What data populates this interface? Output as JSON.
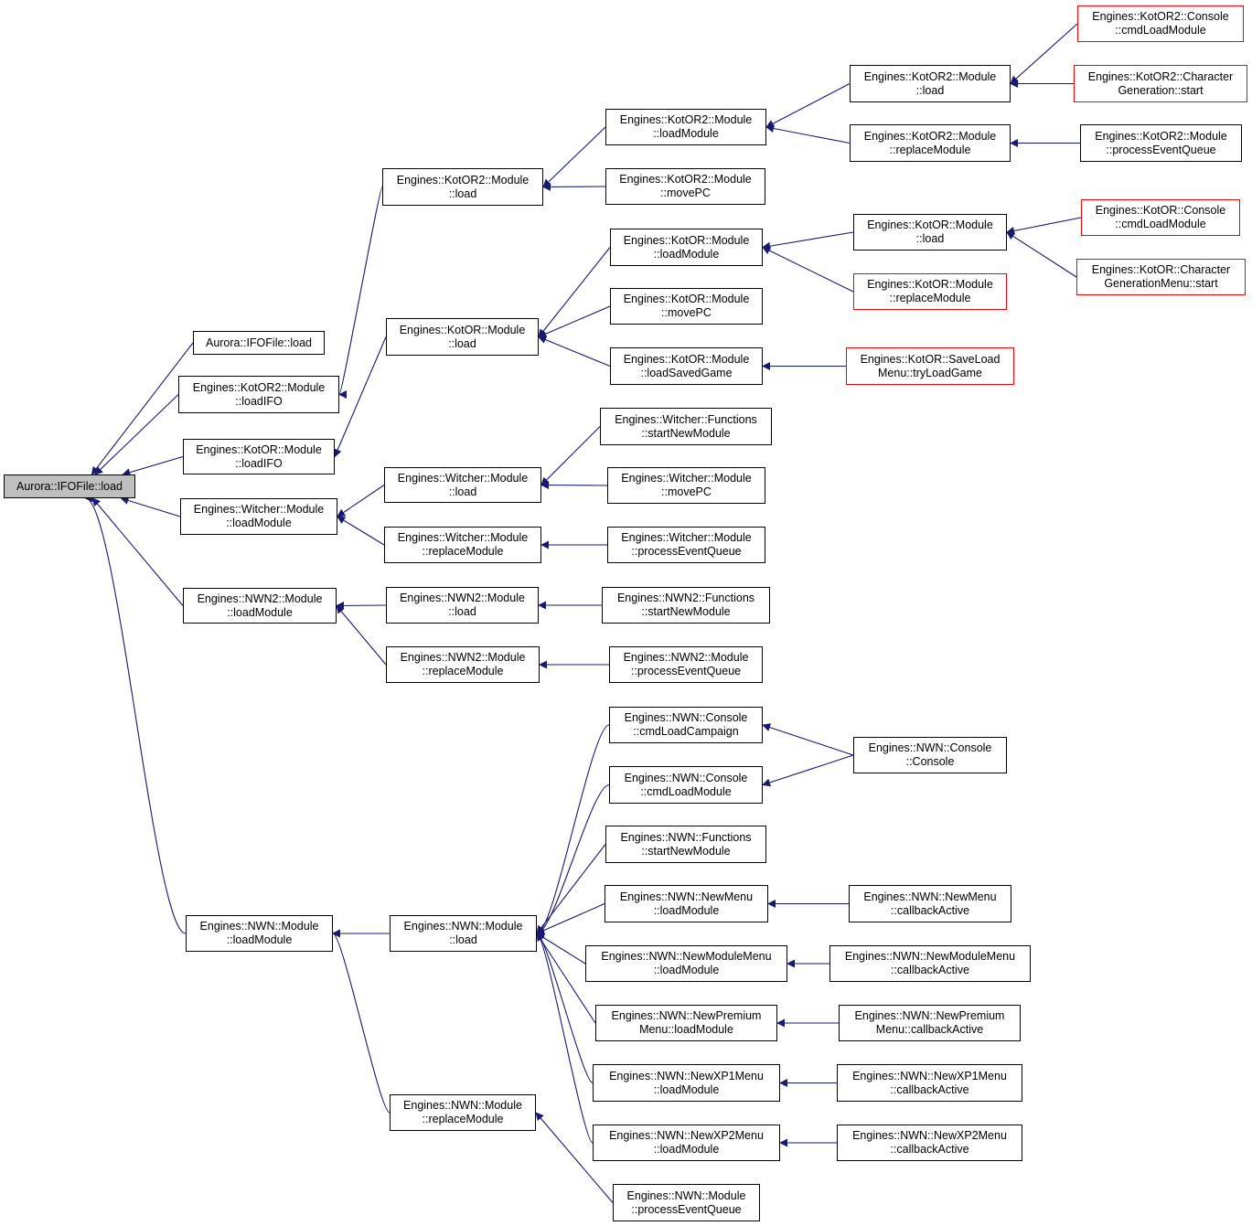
{
  "diagram": {
    "colors": {
      "edge": "#191970",
      "node_border": "#000000",
      "truncated_border": "#ff0000",
      "root_fill": "#bfbfbf"
    },
    "nodes": [
      {
        "id": "root",
        "lines": [
          "Aurora::IFOFile::load"
        ],
        "style": "root"
      },
      {
        "id": "aurora_load",
        "lines": [
          "Aurora::IFOFile::load"
        ]
      },
      {
        "id": "kotor2_loadifo",
        "lines": [
          "Engines::KotOR2::Module",
          "::loadIFO"
        ]
      },
      {
        "id": "kotor_loadifo",
        "lines": [
          "Engines::KotOR::Module",
          "::loadIFO"
        ]
      },
      {
        "id": "witcher_loadmodule",
        "lines": [
          "Engines::Witcher::Module",
          "::loadModule"
        ]
      },
      {
        "id": "nwn2_loadmodule",
        "lines": [
          "Engines::NWN2::Module",
          "::loadModule"
        ]
      },
      {
        "id": "nwn_loadmodule",
        "lines": [
          "Engines::NWN::Module",
          "::loadModule"
        ]
      },
      {
        "id": "kotor2_load",
        "lines": [
          "Engines::KotOR2::Module",
          "::load"
        ]
      },
      {
        "id": "kotor_load",
        "lines": [
          "Engines::KotOR::Module",
          "::load"
        ]
      },
      {
        "id": "witcher_load",
        "lines": [
          "Engines::Witcher::Module",
          "::load"
        ]
      },
      {
        "id": "witcher_replace",
        "lines": [
          "Engines::Witcher::Module",
          "::replaceModule"
        ]
      },
      {
        "id": "nwn2_load",
        "lines": [
          "Engines::NWN2::Module",
          "::load"
        ]
      },
      {
        "id": "nwn2_replace",
        "lines": [
          "Engines::NWN2::Module",
          "::replaceModule"
        ]
      },
      {
        "id": "nwn_load",
        "lines": [
          "Engines::NWN::Module",
          "::load"
        ]
      },
      {
        "id": "nwn_replace",
        "lines": [
          "Engines::NWN::Module",
          "::replaceModule"
        ]
      },
      {
        "id": "kotor2_mod_loadmodule",
        "lines": [
          "Engines::KotOR2::Module",
          "::loadModule"
        ]
      },
      {
        "id": "kotor2_movepc",
        "lines": [
          "Engines::KotOR2::Module",
          "::movePC"
        ]
      },
      {
        "id": "kotor_mod_loadmodule",
        "lines": [
          "Engines::KotOR::Module",
          "::loadModule"
        ]
      },
      {
        "id": "kotor_movepc",
        "lines": [
          "Engines::KotOR::Module",
          "::movePC"
        ]
      },
      {
        "id": "kotor_loadsaved",
        "lines": [
          "Engines::KotOR::Module",
          "::loadSavedGame"
        ]
      },
      {
        "id": "witcher_startnew",
        "lines": [
          "Engines::Witcher::Functions",
          "::startNewModule"
        ]
      },
      {
        "id": "witcher_movepc",
        "lines": [
          "Engines::Witcher::Module",
          "::movePC"
        ]
      },
      {
        "id": "witcher_processq",
        "lines": [
          "Engines::Witcher::Module",
          "::processEventQueue"
        ]
      },
      {
        "id": "nwn2_startnew",
        "lines": [
          "Engines::NWN2::Functions",
          "::startNewModule"
        ]
      },
      {
        "id": "nwn2_processq",
        "lines": [
          "Engines::NWN2::Module",
          "::processEventQueue"
        ]
      },
      {
        "id": "nwn_cmdcampaign",
        "lines": [
          "Engines::NWN::Console",
          "::cmdLoadCampaign"
        ]
      },
      {
        "id": "nwn_cmdmodule",
        "lines": [
          "Engines::NWN::Console",
          "::cmdLoadModule"
        ]
      },
      {
        "id": "nwn_startnew",
        "lines": [
          "Engines::NWN::Functions",
          "::startNewModule"
        ]
      },
      {
        "id": "nwn_newmenu_load",
        "lines": [
          "Engines::NWN::NewMenu",
          "::loadModule"
        ]
      },
      {
        "id": "nwn_newmodmenu_load",
        "lines": [
          "Engines::NWN::NewModuleMenu",
          "::loadModule"
        ]
      },
      {
        "id": "nwn_newprem_load",
        "lines": [
          "Engines::NWN::NewPremium",
          "Menu::loadModule"
        ]
      },
      {
        "id": "nwn_xp1_load",
        "lines": [
          "Engines::NWN::NewXP1Menu",
          "::loadModule"
        ]
      },
      {
        "id": "nwn_xp2_load",
        "lines": [
          "Engines::NWN::NewXP2Menu",
          "::loadModule"
        ]
      },
      {
        "id": "nwn_processq",
        "lines": [
          "Engines::NWN::Module",
          "::processEventQueue"
        ]
      },
      {
        "id": "kotor2_load2",
        "lines": [
          "Engines::KotOR2::Module",
          "::load"
        ]
      },
      {
        "id": "kotor2_replace",
        "lines": [
          "Engines::KotOR2::Module",
          "::replaceModule"
        ]
      },
      {
        "id": "kotor_load2",
        "lines": [
          "Engines::KotOR::Module",
          "::load"
        ]
      },
      {
        "id": "kotor_replace",
        "lines": [
          "Engines::KotOR::Module",
          "::replaceModule"
        ],
        "style": "truncated"
      },
      {
        "id": "kotor_saveload",
        "lines": [
          "Engines::KotOR::SaveLoad",
          "Menu::tryLoadGame"
        ],
        "style": "truncated"
      },
      {
        "id": "nwn_console",
        "lines": [
          "Engines::NWN::Console",
          "::Console"
        ]
      },
      {
        "id": "nwn_newmenu_cb",
        "lines": [
          "Engines::NWN::NewMenu",
          "::callbackActive"
        ]
      },
      {
        "id": "nwn_newmodmenu_cb",
        "lines": [
          "Engines::NWN::NewModuleMenu",
          "::callbackActive"
        ]
      },
      {
        "id": "nwn_newprem_cb",
        "lines": [
          "Engines::NWN::NewPremium",
          "Menu::callbackActive"
        ]
      },
      {
        "id": "nwn_xp1_cb",
        "lines": [
          "Engines::NWN::NewXP1Menu",
          "::callbackActive"
        ]
      },
      {
        "id": "nwn_xp2_cb",
        "lines": [
          "Engines::NWN::NewXP2Menu",
          "::callbackActive"
        ]
      },
      {
        "id": "kotor2_console",
        "lines": [
          "Engines::KotOR2::Console",
          "::cmdLoadModule"
        ],
        "style": "truncated"
      },
      {
        "id": "kotor2_chargen",
        "lines": [
          "Engines::KotOR2::Character",
          "Generation::start"
        ],
        "style": "truncated"
      },
      {
        "id": "kotor2_processq",
        "lines": [
          "Engines::KotOR2::Module",
          "::processEventQueue"
        ]
      },
      {
        "id": "kotor_console",
        "lines": [
          "Engines::KotOR::Console",
          "::cmdLoadModule"
        ],
        "style": "truncated"
      },
      {
        "id": "kotor_chargen",
        "lines": [
          "Engines::KotOR::Character",
          "GenerationMenu::start"
        ],
        "style": "truncated"
      }
    ],
    "edges": [
      [
        "aurora_load",
        "root"
      ],
      [
        "kotor2_loadifo",
        "root"
      ],
      [
        "kotor_loadifo",
        "root"
      ],
      [
        "witcher_loadmodule",
        "root"
      ],
      [
        "nwn2_loadmodule",
        "root"
      ],
      [
        "nwn_loadmodule",
        "root"
      ],
      [
        "kotor2_load",
        "kotor2_loadifo"
      ],
      [
        "kotor_load",
        "kotor_loadifo"
      ],
      [
        "witcher_load",
        "witcher_loadmodule"
      ],
      [
        "witcher_replace",
        "witcher_loadmodule"
      ],
      [
        "nwn2_load",
        "nwn2_loadmodule"
      ],
      [
        "nwn2_replace",
        "nwn2_loadmodule"
      ],
      [
        "nwn_load",
        "nwn_loadmodule"
      ],
      [
        "nwn_replace",
        "nwn_loadmodule"
      ],
      [
        "kotor2_mod_loadmodule",
        "kotor2_load"
      ],
      [
        "kotor2_movepc",
        "kotor2_load"
      ],
      [
        "kotor_mod_loadmodule",
        "kotor_load"
      ],
      [
        "kotor_movepc",
        "kotor_load"
      ],
      [
        "kotor_loadsaved",
        "kotor_load"
      ],
      [
        "witcher_startnew",
        "witcher_load"
      ],
      [
        "witcher_movepc",
        "witcher_load"
      ],
      [
        "witcher_processq",
        "witcher_replace"
      ],
      [
        "nwn2_startnew",
        "nwn2_load"
      ],
      [
        "nwn2_processq",
        "nwn2_replace"
      ],
      [
        "nwn_cmdcampaign",
        "nwn_load"
      ],
      [
        "nwn_cmdmodule",
        "nwn_load"
      ],
      [
        "nwn_startnew",
        "nwn_load"
      ],
      [
        "nwn_newmenu_load",
        "nwn_load"
      ],
      [
        "nwn_newmodmenu_load",
        "nwn_load"
      ],
      [
        "nwn_newprem_load",
        "nwn_load"
      ],
      [
        "nwn_xp1_load",
        "nwn_load"
      ],
      [
        "nwn_xp2_load",
        "nwn_load"
      ],
      [
        "nwn_processq",
        "nwn_replace"
      ],
      [
        "kotor2_load2",
        "kotor2_mod_loadmodule"
      ],
      [
        "kotor2_replace",
        "kotor2_mod_loadmodule"
      ],
      [
        "kotor_load2",
        "kotor_mod_loadmodule"
      ],
      [
        "kotor_replace",
        "kotor_mod_loadmodule"
      ],
      [
        "kotor_saveload",
        "kotor_loadsaved"
      ],
      [
        "nwn_console",
        "nwn_cmdcampaign"
      ],
      [
        "nwn_console",
        "nwn_cmdmodule"
      ],
      [
        "nwn_newmenu_cb",
        "nwn_newmenu_load"
      ],
      [
        "nwn_newmodmenu_cb",
        "nwn_newmodmenu_load"
      ],
      [
        "nwn_newprem_cb",
        "nwn_newprem_load"
      ],
      [
        "nwn_xp1_cb",
        "nwn_xp1_load"
      ],
      [
        "nwn_xp2_cb",
        "nwn_xp2_load"
      ],
      [
        "kotor2_console",
        "kotor2_load2"
      ],
      [
        "kotor2_chargen",
        "kotor2_load2"
      ],
      [
        "kotor2_processq",
        "kotor2_replace"
      ],
      [
        "kotor_console",
        "kotor_load2"
      ],
      [
        "kotor_chargen",
        "kotor_load2"
      ]
    ]
  }
}
